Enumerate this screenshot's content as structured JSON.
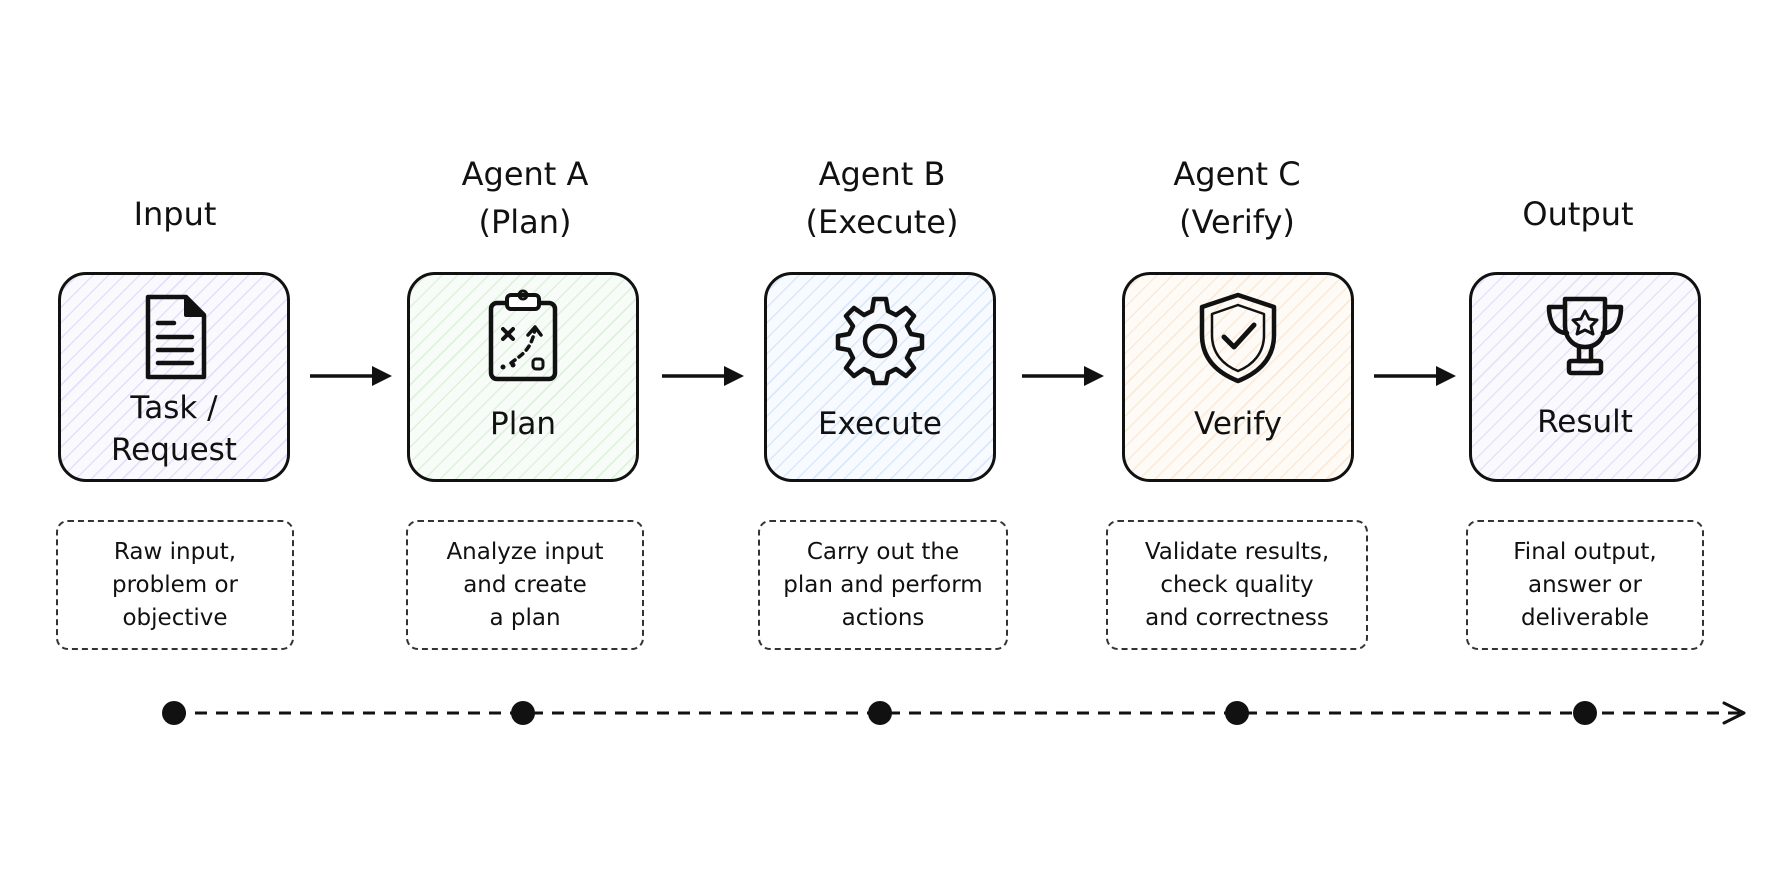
{
  "stages": [
    {
      "header": [
        "Input"
      ],
      "label": [
        "Task /",
        "Request"
      ],
      "description": [
        "Raw input,",
        "problem or",
        "objective"
      ],
      "icon": "document-icon",
      "tint": "#b9aef0"
    },
    {
      "header": [
        "Agent A",
        "(Plan)"
      ],
      "label": [
        "Plan"
      ],
      "description": [
        "Analyze input",
        "and create",
        "a plan"
      ],
      "icon": "clipboard-strategy-icon",
      "tint": "#a8dca0"
    },
    {
      "header": [
        "Agent B",
        "(Execute)"
      ],
      "label": [
        "Execute"
      ],
      "description": [
        "Carry out the",
        "plan and perform",
        "actions"
      ],
      "icon": "gear-icon",
      "tint": "#9fc3ee"
    },
    {
      "header": [
        "Agent C",
        "(Verify)"
      ],
      "label": [
        "Verify"
      ],
      "description": [
        "Validate results,",
        "check quality",
        "and correctness"
      ],
      "icon": "shield-check-icon",
      "tint": "#f3c79a"
    },
    {
      "header": [
        "Output"
      ],
      "label": [
        "Result"
      ],
      "description": [
        "Final output,",
        "answer or",
        "deliverable"
      ],
      "icon": "trophy-icon",
      "tint": "#c4b3ef"
    }
  ],
  "colors": {
    "ink": "#111111",
    "dash": "#333333"
  }
}
